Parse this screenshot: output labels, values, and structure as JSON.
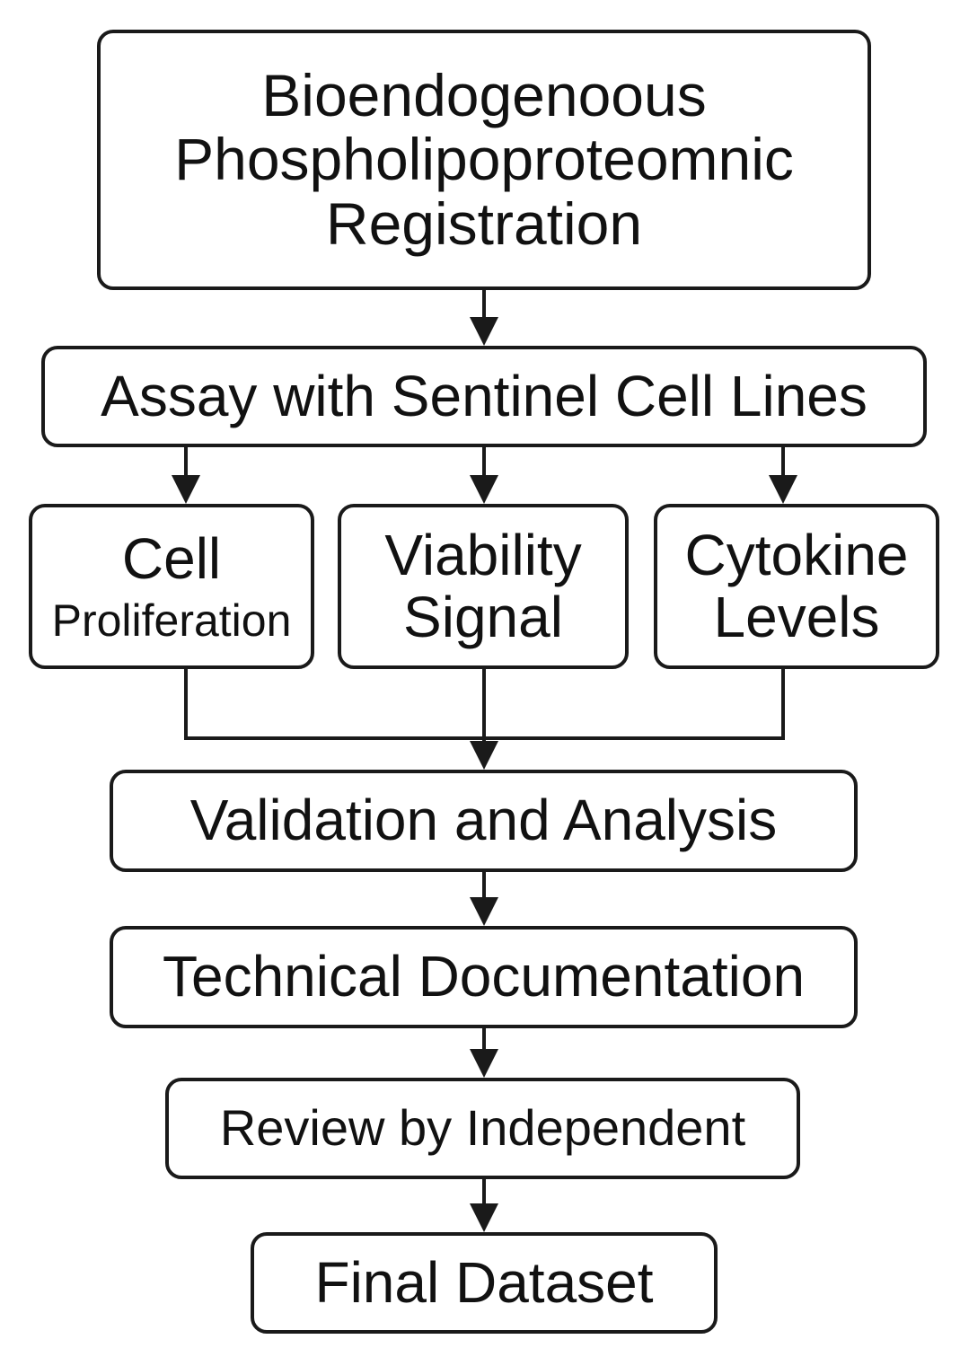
{
  "nodes": {
    "registration": {
      "lines": [
        "Bioendogenoous",
        "Phospholipoproteomnic",
        "Registration"
      ]
    },
    "assay": {
      "label": "Assay with Sentinel Cell Lines"
    },
    "cell_proliferation": {
      "lines": [
        "Cell",
        "Proliferation"
      ]
    },
    "viability_signal": {
      "lines": [
        "Viability",
        "Signal"
      ]
    },
    "cytokine_levels": {
      "lines": [
        "Cytokine",
        "Levels"
      ]
    },
    "validation": {
      "label": "Validation and Analysis"
    },
    "technical": {
      "label": "Technical Documentation"
    },
    "review": {
      "label": "Review by Independent"
    },
    "final": {
      "label": "Final Dataset"
    }
  },
  "edges": [
    {
      "from": "registration",
      "to": "assay"
    },
    {
      "from": "assay",
      "to": "cell_proliferation"
    },
    {
      "from": "assay",
      "to": "viability_signal"
    },
    {
      "from": "assay",
      "to": "cytokine_levels"
    },
    {
      "from": "cell_proliferation",
      "to": "validation"
    },
    {
      "from": "viability_signal",
      "to": "validation"
    },
    {
      "from": "cytokine_levels",
      "to": "validation"
    },
    {
      "from": "validation",
      "to": "technical"
    },
    {
      "from": "technical",
      "to": "review"
    },
    {
      "from": "review",
      "to": "final"
    }
  ],
  "colors": {
    "stroke": "#1a1a1a",
    "text": "#111111",
    "background": "#ffffff"
  }
}
